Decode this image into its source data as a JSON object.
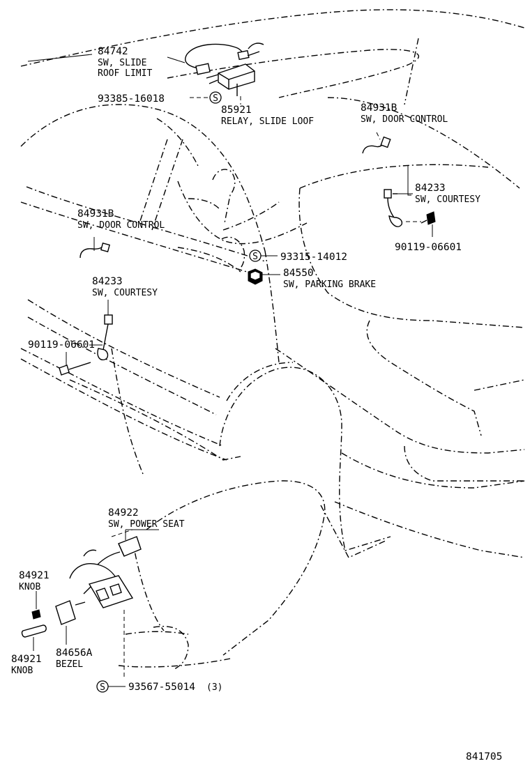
{
  "diagram_id": "841705",
  "fastener_symbol": "S",
  "labels": {
    "p84742": {
      "number": "84742",
      "name1": "SW, SLIDE",
      "name2": "ROOF LIMIT"
    },
    "p93385": {
      "number": "93385-16018"
    },
    "p85921": {
      "number": "85921",
      "name1": "RELAY, SLIDE LOOF"
    },
    "p84931b_right": {
      "number": "84931B",
      "name1": "SW, DOOR CONTROL"
    },
    "p84233_right": {
      "number": "84233",
      "name1": "SW, COURTESY"
    },
    "p90119_right": {
      "number": "90119-06601"
    },
    "p84931b_left": {
      "number": "84931B",
      "name1": "SW, DOOR CONTROL"
    },
    "p93315": {
      "number": "93315-14012"
    },
    "p84550": {
      "number": "84550",
      "name1": "SW, PARKING BRAKE"
    },
    "p84233_left": {
      "number": "84233",
      "name1": "SW, COURTESY"
    },
    "p90119_left": {
      "number": "90119-06601"
    },
    "p84922": {
      "number": "84922",
      "name1": "SW, POWER SEAT"
    },
    "p84921_top": {
      "number": "84921",
      "name1": "KNOB"
    },
    "p84656a": {
      "number": "84656A",
      "name1": "BEZEL"
    },
    "p84921_bottom": {
      "number": "84921",
      "name1": "KNOB"
    },
    "p93567": {
      "number": "93567-55014",
      "qty": "(3)"
    }
  }
}
